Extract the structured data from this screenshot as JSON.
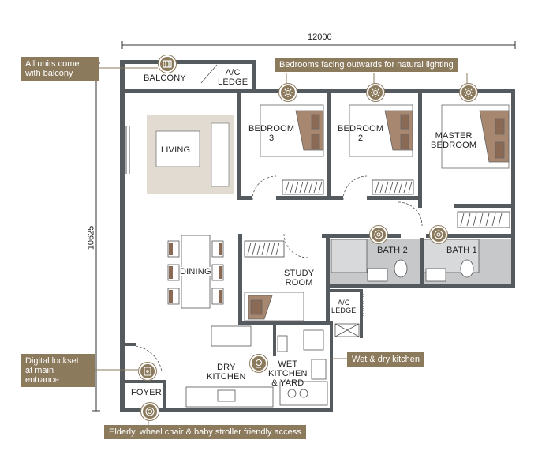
{
  "dimensions": {
    "width_label": "12000",
    "height_label": "10625"
  },
  "rooms": {
    "balcony": "BALCONY",
    "ac_ledge_top": "A/C\nLEDGE",
    "living": "LIVING",
    "bedroom3": "BEDROOM\n3",
    "bedroom2": "BEDROOM\n2",
    "master": "MASTER\nBEDROOM",
    "dining": "DINING",
    "study": "STUDY\nROOM",
    "bath2": "BATH 2",
    "bath1": "BATH 1",
    "ac_ledge_mid": "A/C\nLEDGE",
    "dry_kitchen": "DRY\nKITCHEN",
    "wet_kitchen": "WET\nKITCHEN\n& YARD",
    "foyer": "FOYER"
  },
  "callouts": {
    "balcony": "All units come\nwith balcony",
    "bedrooms": "Bedrooms facing outwards for natural lighting",
    "kitchen": "Wet & dry kitchen",
    "lockset": "Digital lockset\nat main\nentrance",
    "access": "Elderly, wheel chair & baby stroller friendly access"
  },
  "colors": {
    "callout_bg": "#8c7a5d",
    "wall": "#555a5e",
    "living_rug": "#e2dbd1",
    "bath_floor": "#c6c8ca",
    "bed_accent": "#8a6a55"
  },
  "icons": [
    "balcony-icon",
    "sun-icon",
    "sun-icon",
    "sun-icon",
    "fan-icon",
    "fan-icon",
    "lock-icon",
    "appliance-icon",
    "access-icon"
  ]
}
